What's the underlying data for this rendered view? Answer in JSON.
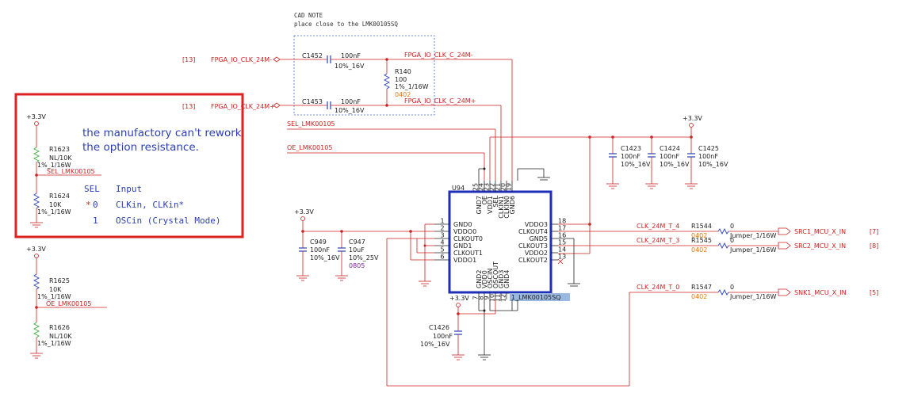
{
  "cad_note": {
    "title": "CAD NOTE",
    "text": "place close to the LMK00105SQ"
  },
  "annotation": {
    "line1": "the manufactory can't rework",
    "line2": "the option resistance.",
    "table_header": [
      "SEL",
      "Input"
    ],
    "rows": [
      {
        "mark": "*",
        "sel": "0",
        "input": "CLKin, CLKin*"
      },
      {
        "mark": "",
        "sel": "1",
        "input": "OSCin (Crystal Mode)"
      }
    ]
  },
  "nets": {
    "fpga_clk_n": "FPGA_IO_CLK_24M-",
    "fpga_clk_p": "FPGA_IO_CLK_24M+",
    "fpga_clk_c_n": "FPGA_IO_CLK_C_24M-",
    "fpga_clk_c_p": "FPGA_IO_CLK_C_24M+",
    "sel": "SEL_LMK00105",
    "oe": "OE_LMK00105",
    "clk_t4": "CLK_24M_T_4",
    "clk_t3": "CLK_24M_T_3",
    "clk_t0": "CLK_24M_T_0",
    "src1": "SRC1_MCU_X_IN",
    "src2": "SRC2_MCU_X_IN",
    "snk1": "SNK1_MCU_X_IN",
    "vcc": "+3.3V"
  },
  "refs": {
    "r13a": "[13]",
    "r13b": "[13]",
    "r7": "[7]",
    "r8": "[8]",
    "r5": "[5]"
  },
  "components": {
    "c1452": {
      "ref": "C1452",
      "val": "100nF",
      "rating": "10%_16V"
    },
    "c1453": {
      "ref": "C1453",
      "val": "100nF",
      "rating": "10%_16V"
    },
    "r140": {
      "ref": "R140",
      "val": "100",
      "rating": "1%_1/16W",
      "pkg": "0402"
    },
    "r1623": {
      "ref": "R1623",
      "val": "NL/10K",
      "rating": "1%_1/16W"
    },
    "r1624": {
      "ref": "R1624",
      "val": "10K",
      "rating": "1%_1/16W"
    },
    "r1625": {
      "ref": "R1625",
      "val": "10K",
      "rating": "1%_1/16W"
    },
    "r1626": {
      "ref": "R1626",
      "val": "NL/10K",
      "rating": "1%_1/16W"
    },
    "c1423": {
      "ref": "C1423",
      "val": "100nF",
      "rating": "10%_16V"
    },
    "c1424": {
      "ref": "C1424",
      "val": "100nF",
      "rating": "10%_16V"
    },
    "c1425": {
      "ref": "C1425",
      "val": "100nF",
      "rating": "10%_16V"
    },
    "c949": {
      "ref": "C949",
      "val": "100nF",
      "rating": "10%_16V"
    },
    "c947": {
      "ref": "C947",
      "val": "10uF",
      "rating": "10%_25V",
      "pkg": "0805"
    },
    "c1426": {
      "ref": "C1426",
      "val": "100nF",
      "rating": "10%_16V"
    },
    "r1544": {
      "ref": "R1544",
      "val": "0",
      "pkg": "0402",
      "type": "Jumper_1/16W"
    },
    "r1545": {
      "ref": "R1545",
      "val": "0",
      "pkg": "0402",
      "type": "Jumper_1/16W"
    },
    "r1547": {
      "ref": "R1547",
      "val": "0",
      "pkg": "0402",
      "type": "Jumper_1/16W"
    }
  },
  "ic": {
    "ref": "U94",
    "part": "1_LMK00105SQ",
    "left_pins": [
      {
        "num": "1",
        "name": "GND0"
      },
      {
        "num": "2",
        "name": "VDDO0"
      },
      {
        "num": "3",
        "name": "CLKOUT0"
      },
      {
        "num": "4",
        "name": "GND1"
      },
      {
        "num": "5",
        "name": "CLKOUT1"
      },
      {
        "num": "6",
        "name": "VDDO1"
      }
    ],
    "right_pins": [
      {
        "num": "18",
        "name": "VDDO3"
      },
      {
        "num": "17",
        "name": "CLKOUT4"
      },
      {
        "num": "16",
        "name": "GND5"
      },
      {
        "num": "15",
        "name": "CLKOUT3"
      },
      {
        "num": "14",
        "name": "VDDO2"
      },
      {
        "num": "13",
        "name": "CLKOUT2"
      }
    ],
    "top_pins": [
      {
        "num": "25",
        "name": "GND7"
      },
      {
        "num": "24",
        "name": "OE"
      },
      {
        "num": "23",
        "name": "VDD1"
      },
      {
        "num": "22",
        "name": "SEL"
      },
      {
        "num": "21",
        "name": "CLKIN1"
      },
      {
        "num": "20",
        "name": "CLKIN0"
      },
      {
        "num": "19",
        "name": "GND6"
      }
    ],
    "bottom_pins": [
      {
        "num": "7",
        "name": "GND2"
      },
      {
        "num": "8",
        "name": "VDD0"
      },
      {
        "num": "9",
        "name": "OSCIN"
      },
      {
        "num": "10",
        "name": "OSCOUT"
      },
      {
        "num": "11",
        "name": "GND3"
      },
      {
        "num": "12",
        "name": "GND4"
      }
    ]
  }
}
